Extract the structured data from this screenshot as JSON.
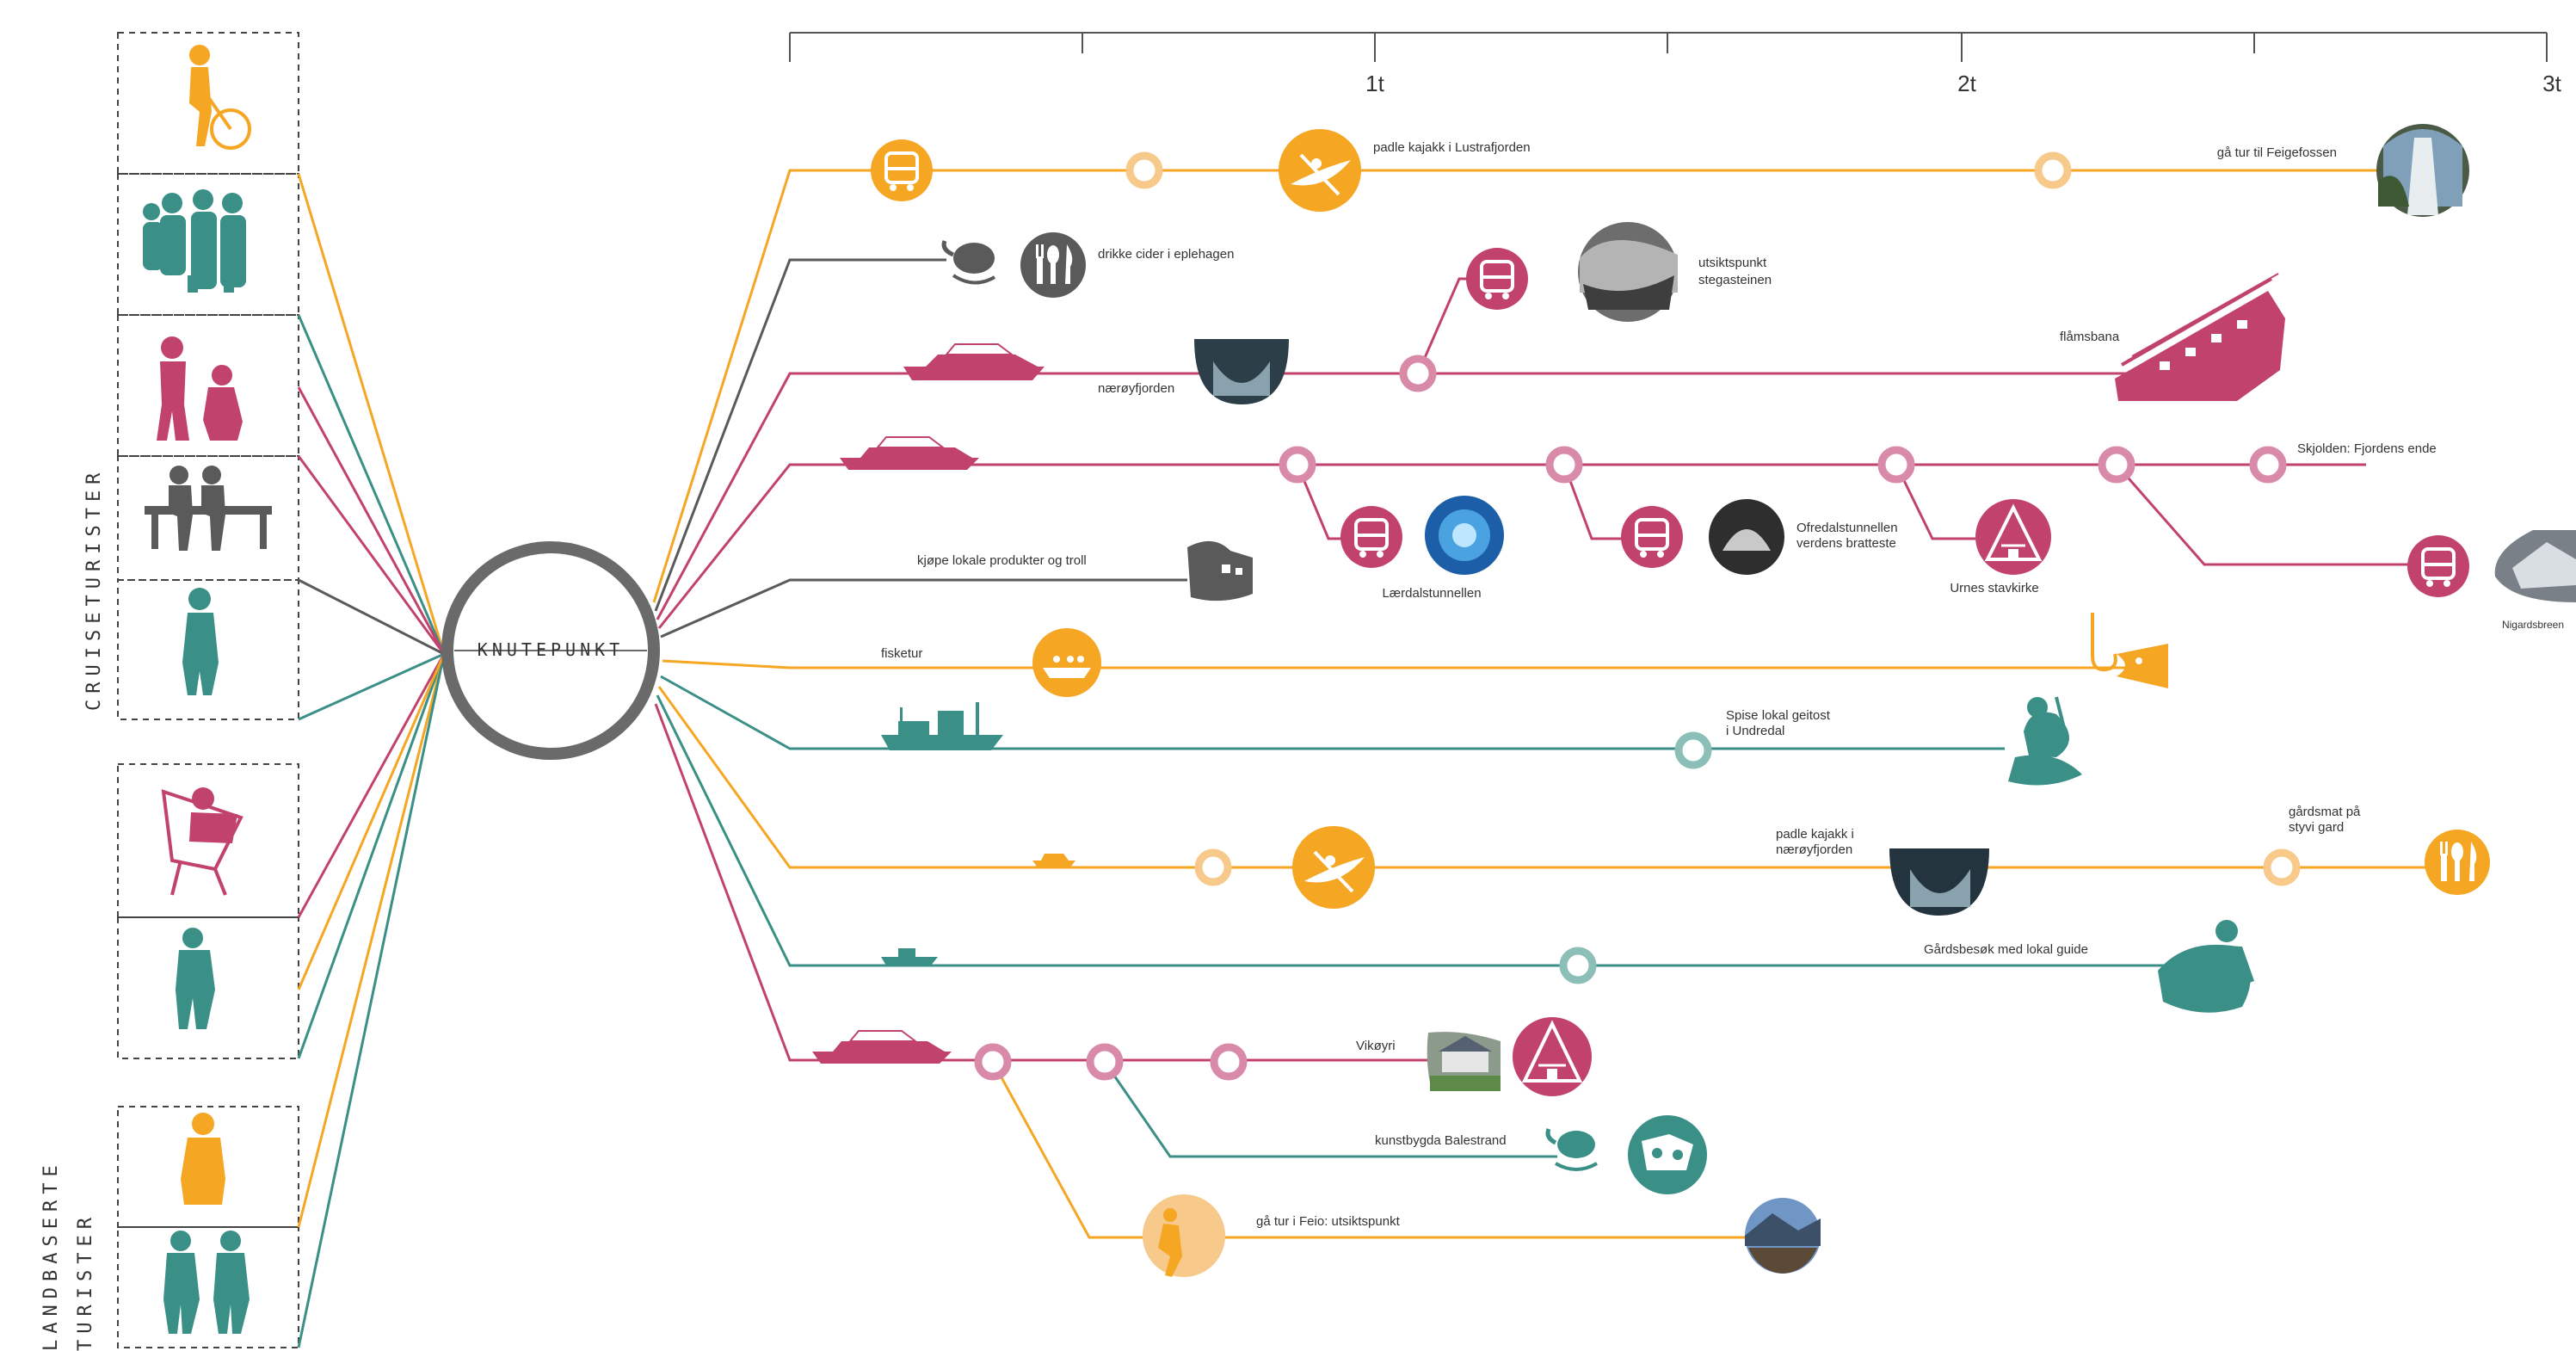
{
  "colors": {
    "orange": "#f5a623",
    "teal": "#3a8f86",
    "magenta": "#c2426e",
    "gray": "#5a5a5a",
    "pale_orange": "#f7c98a",
    "pale_magenta": "#d98aa8",
    "pale_teal": "#8cbfb7"
  },
  "hub": {
    "label": "KNUTEPUNKT"
  },
  "groups": {
    "cruise": "CRUISETURISTER",
    "land_line1": "LANDBASERTE",
    "land_line2": "TURISTER"
  },
  "timeline": {
    "ticks": [
      "1t",
      "2t",
      "3t"
    ]
  },
  "labels": {
    "kayak_lustra": "padle kajakk i Lustrafjorden",
    "feigefossen": "gå tur til Feigefossen",
    "cider": "drikke cider i eplehagen",
    "utsikt_1": "utsiktspunkt",
    "utsikt_2": "stegasteinen",
    "naeroyfjorden": "nærøyfjorden",
    "flamsbana": "flåmsbana",
    "skjolden": "Skjolden: Fjordens ende",
    "laerdal": "Lærdalstunnellen",
    "ofredal_1": "Ofredalstunnellen",
    "ofredal_2": "verdens bratteste",
    "urnes": "Urnes stavkirke",
    "nigardsbreen": "Nigardsbreen",
    "lokale": "kjøpe lokale produkter og troll",
    "fisketur": "fisketur",
    "geitost_1": "Spise lokal geitost",
    "geitost_2": "i Undredal",
    "kayak_naero_1": "padle kajakk i",
    "kayak_naero_2": "nærøyfjorden",
    "gardsmat_1": "gårdsmat på",
    "gardsmat_2": "styvi gard",
    "gardsbesok": "Gårdsbesøk med lokal guide",
    "vikoyri": "Vikøyri",
    "balestrand": "kunstbygda Balestrand",
    "feio": "gå tur i Feio: utsiktspunkt"
  },
  "icons": [
    "bus-icon",
    "kayak-icon",
    "cutlery-icon",
    "ship-icon",
    "fish-hook-icon",
    "teapot-icon",
    "photo-icon",
    "person-icon"
  ]
}
